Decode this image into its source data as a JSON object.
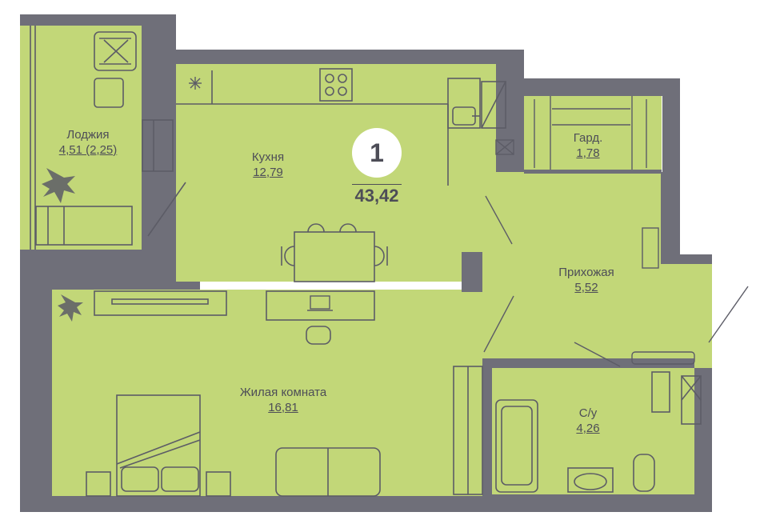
{
  "colors": {
    "wall": "#6f6f79",
    "floor": "#c2d778",
    "fixture_stroke": "#5c5c66",
    "text": "#4d4d57"
  },
  "apartment": {
    "rooms_count": "1",
    "total_area": "43,42"
  },
  "rooms": [
    {
      "id": "loggia",
      "name": "Лоджия",
      "area": "4,51 (2,25)"
    },
    {
      "id": "kitchen",
      "name": "Кухня",
      "area": "12,79"
    },
    {
      "id": "wardrobe",
      "name": "Гард.",
      "area": "1,78"
    },
    {
      "id": "hallway",
      "name": "Прихожая",
      "area": "5,52"
    },
    {
      "id": "living",
      "name": "Жилая комната",
      "area": "16,81"
    },
    {
      "id": "bathroom",
      "name": "С/у",
      "area": "4,26"
    }
  ],
  "icons": {
    "snowflake": "snowflake-icon",
    "plant": "plant-icon",
    "laptop": "laptop-icon"
  }
}
